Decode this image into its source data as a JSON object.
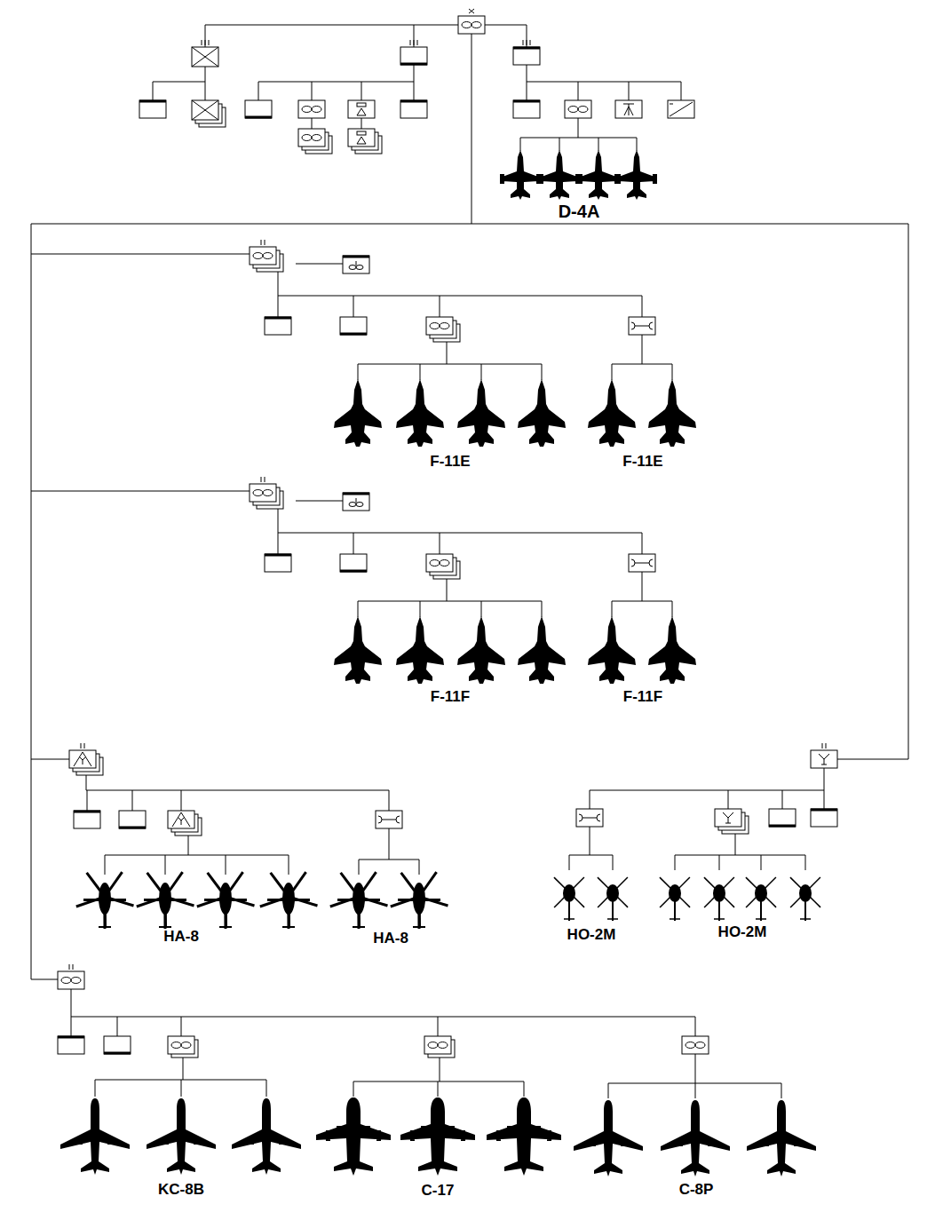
{
  "diagram": {
    "labels": [
      "D-4A",
      "F-11E",
      "F-11E",
      "F-11F",
      "F-11F",
      "HA-8",
      "HA-8",
      "HO-2M",
      "HO-2M",
      "KC-8B",
      "C-17",
      "C-8P"
    ]
  }
}
